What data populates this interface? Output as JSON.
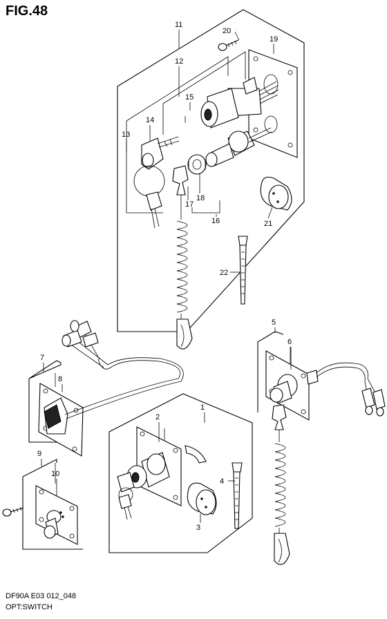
{
  "figure": {
    "title": "FIG.48",
    "model_code": "DF90A E03 012_048",
    "section": "OPT:SWITCH"
  },
  "callouts": [
    "1",
    "2",
    "3",
    "4",
    "5",
    "6",
    "7",
    "8",
    "9",
    "10",
    "11",
    "12",
    "13",
    "14",
    "15",
    "16",
    "17",
    "18",
    "19",
    "20",
    "21",
    "22"
  ]
}
